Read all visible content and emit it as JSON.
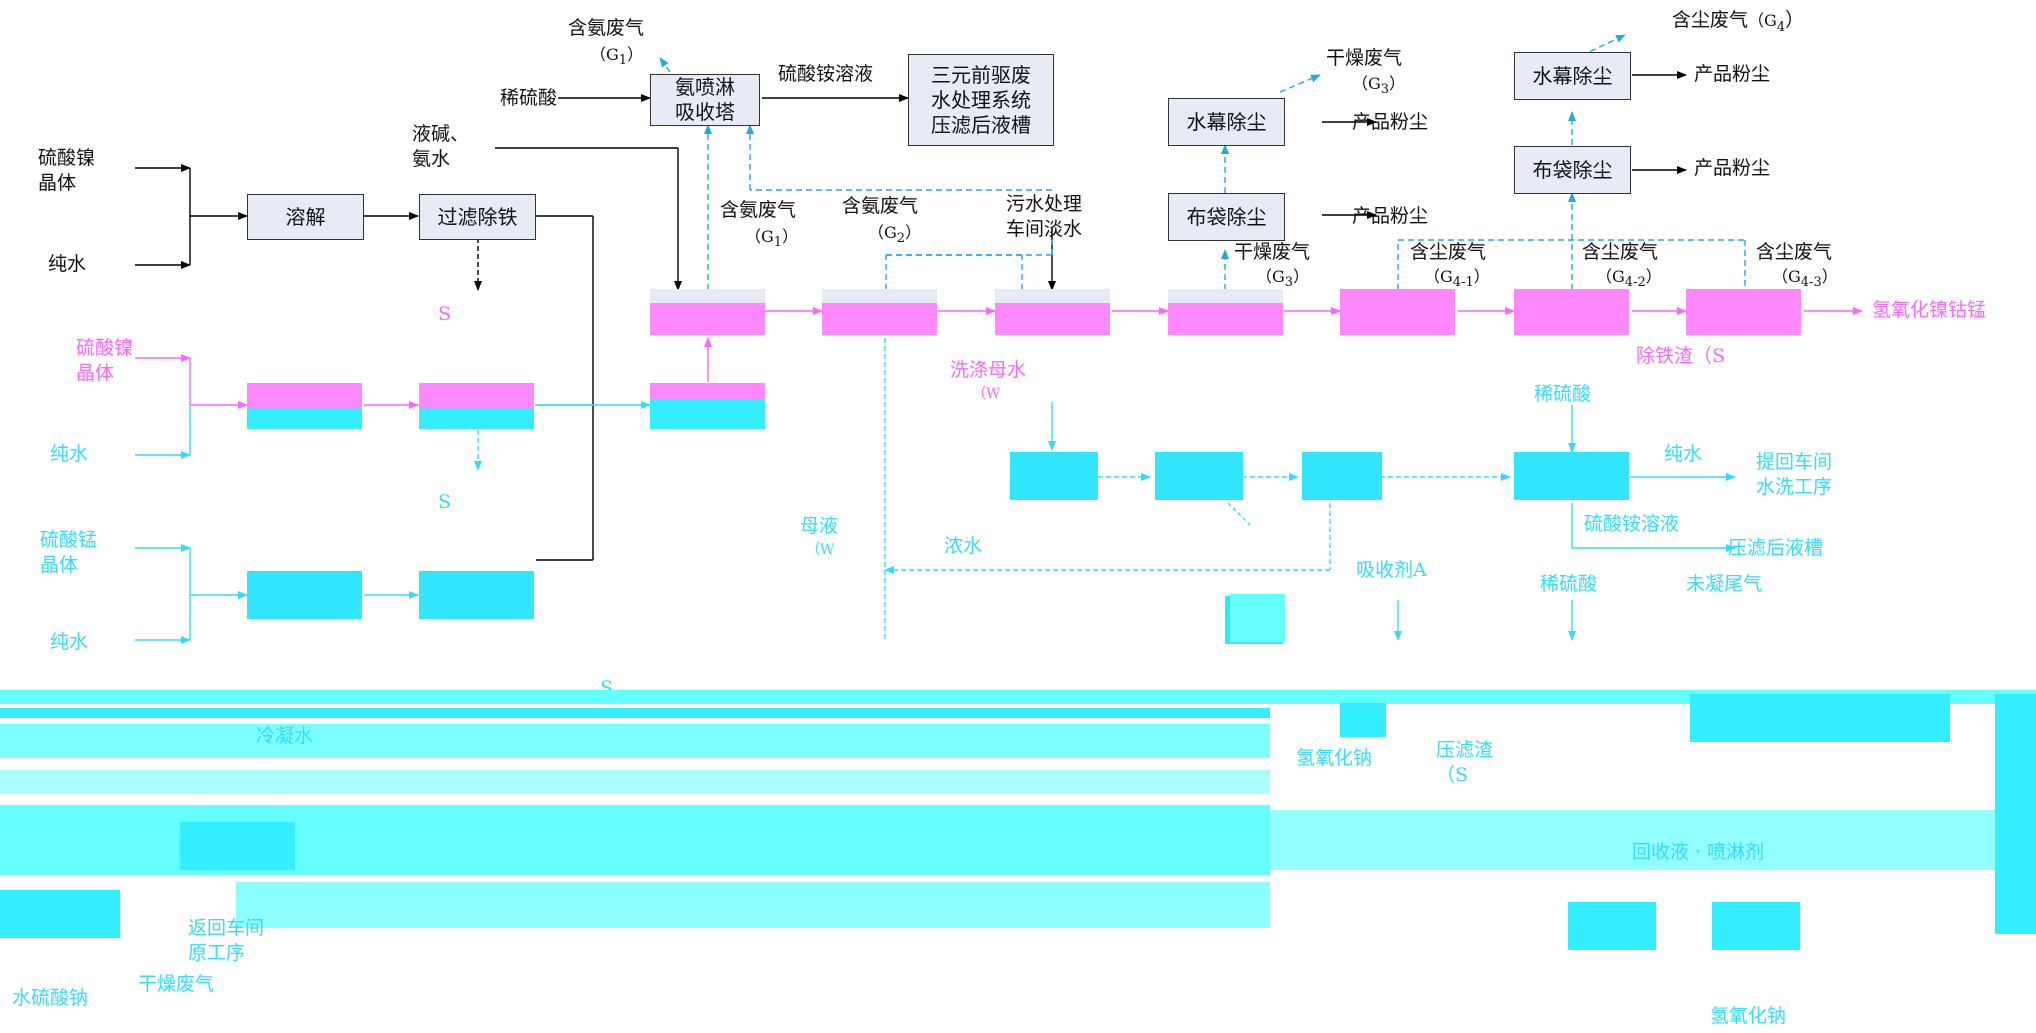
{
  "process_row1": {
    "feed_nickel_sulfate": "硫酸镍\n晶体",
    "feed_pure_water": "纯水",
    "dissolve": "溶解",
    "filter_iron": "过滤除铁",
    "lye_ammonia": "液碱、\n氨水",
    "dilute_sulfuric_acid": "稀硫酸",
    "ammonia_scrubber": "氨喷淋\n吸收塔",
    "ammonium_sulfate_solution": "硫酸铵溶液",
    "wastewater_system": "三元前驱废\n水处理系统\n压滤后液槽",
    "ammonia_gas_top": "含氨废气",
    "g1_top": "（G",
    "g1_top_sub": "1",
    "ammonia_gas_g1": "含氨废气",
    "g1_label": "（G",
    "g1_sub": "1",
    "ammonia_gas_g2": "含氨废气",
    "g2_label": "（G",
    "g2_sub": "2",
    "sewage_plant_water": "污水处理\n车间淡水",
    "dry_gas_g3": "干燥废气",
    "g3_label": "（G",
    "g3_sub": "3",
    "dust_gas_g41": "含尘废气",
    "g41_label": "（G",
    "g41_sub": "4-1",
    "dust_gas_g42": "含尘废气",
    "g42_label": "（G",
    "g42_sub": "4-2",
    "dust_gas_g43": "含尘废气",
    "g43_label": "（G",
    "g43_sub": "4-3",
    "water_curtain_1": "水幕除尘",
    "bag_filter_1": "布袋除尘",
    "water_curtain_2": "水幕除尘",
    "bag_filter_2": "布袋除尘",
    "product_dust": "产品粉尘",
    "dry_gas_top": "干燥废气",
    "g3_top": "（G",
    "g3_top_sub": "3",
    "dust_gas_g4": "含尘废气",
    "g4_label": "（G",
    "g4_sub": "4"
  },
  "process_row1_glitched": {
    "s_label": "S",
    "product": "氢氧化镍钴锰",
    "iron_slag": "除铁渣（S",
    "washing_water": "洗涤母水",
    "washing_water_sub": "（W",
    "mother_liquor": "母液",
    "mother_liquor_sub": "（W",
    "concentrate": "浓水",
    "dilute_h2so4": "稀硫酸",
    "pure_water": "纯水",
    "return_water": "提回车间\n水洗工序",
    "ammonium_sulfate_liquid": "硫酸铵溶液",
    "filter_tank": "压滤后液槽",
    "absorbent_a": "吸收剂A",
    "dilute_h2so4_2": "稀硫酸",
    "noncondensable": "未凝尾气",
    "feed_nickel_2": "硫酸镍\n晶体",
    "feed_water_2": "纯水",
    "feed_manganese": "硫酸锰\n晶体",
    "feed_water_3": "纯水",
    "s_label_2": "S",
    "s_label_3": "S",
    "naoh": "氢氧化钠",
    "filter_press": "压滤渣\n（S",
    "naoh_2": "氢氧化钠",
    "sodium_sulfate": "水硫酸钠",
    "dry_gas_bottom": "干燥废气",
    "return_process": "返回车间\n原工序",
    "return_water_2": "冷凝水",
    "anhydrous": "回收液 · 喷淋剂"
  },
  "colors": {
    "gray_box": "#e6ebf5",
    "pink": "#ff88ff",
    "cyan": "#33e6ff",
    "arrow_blue": "#22aadd"
  }
}
